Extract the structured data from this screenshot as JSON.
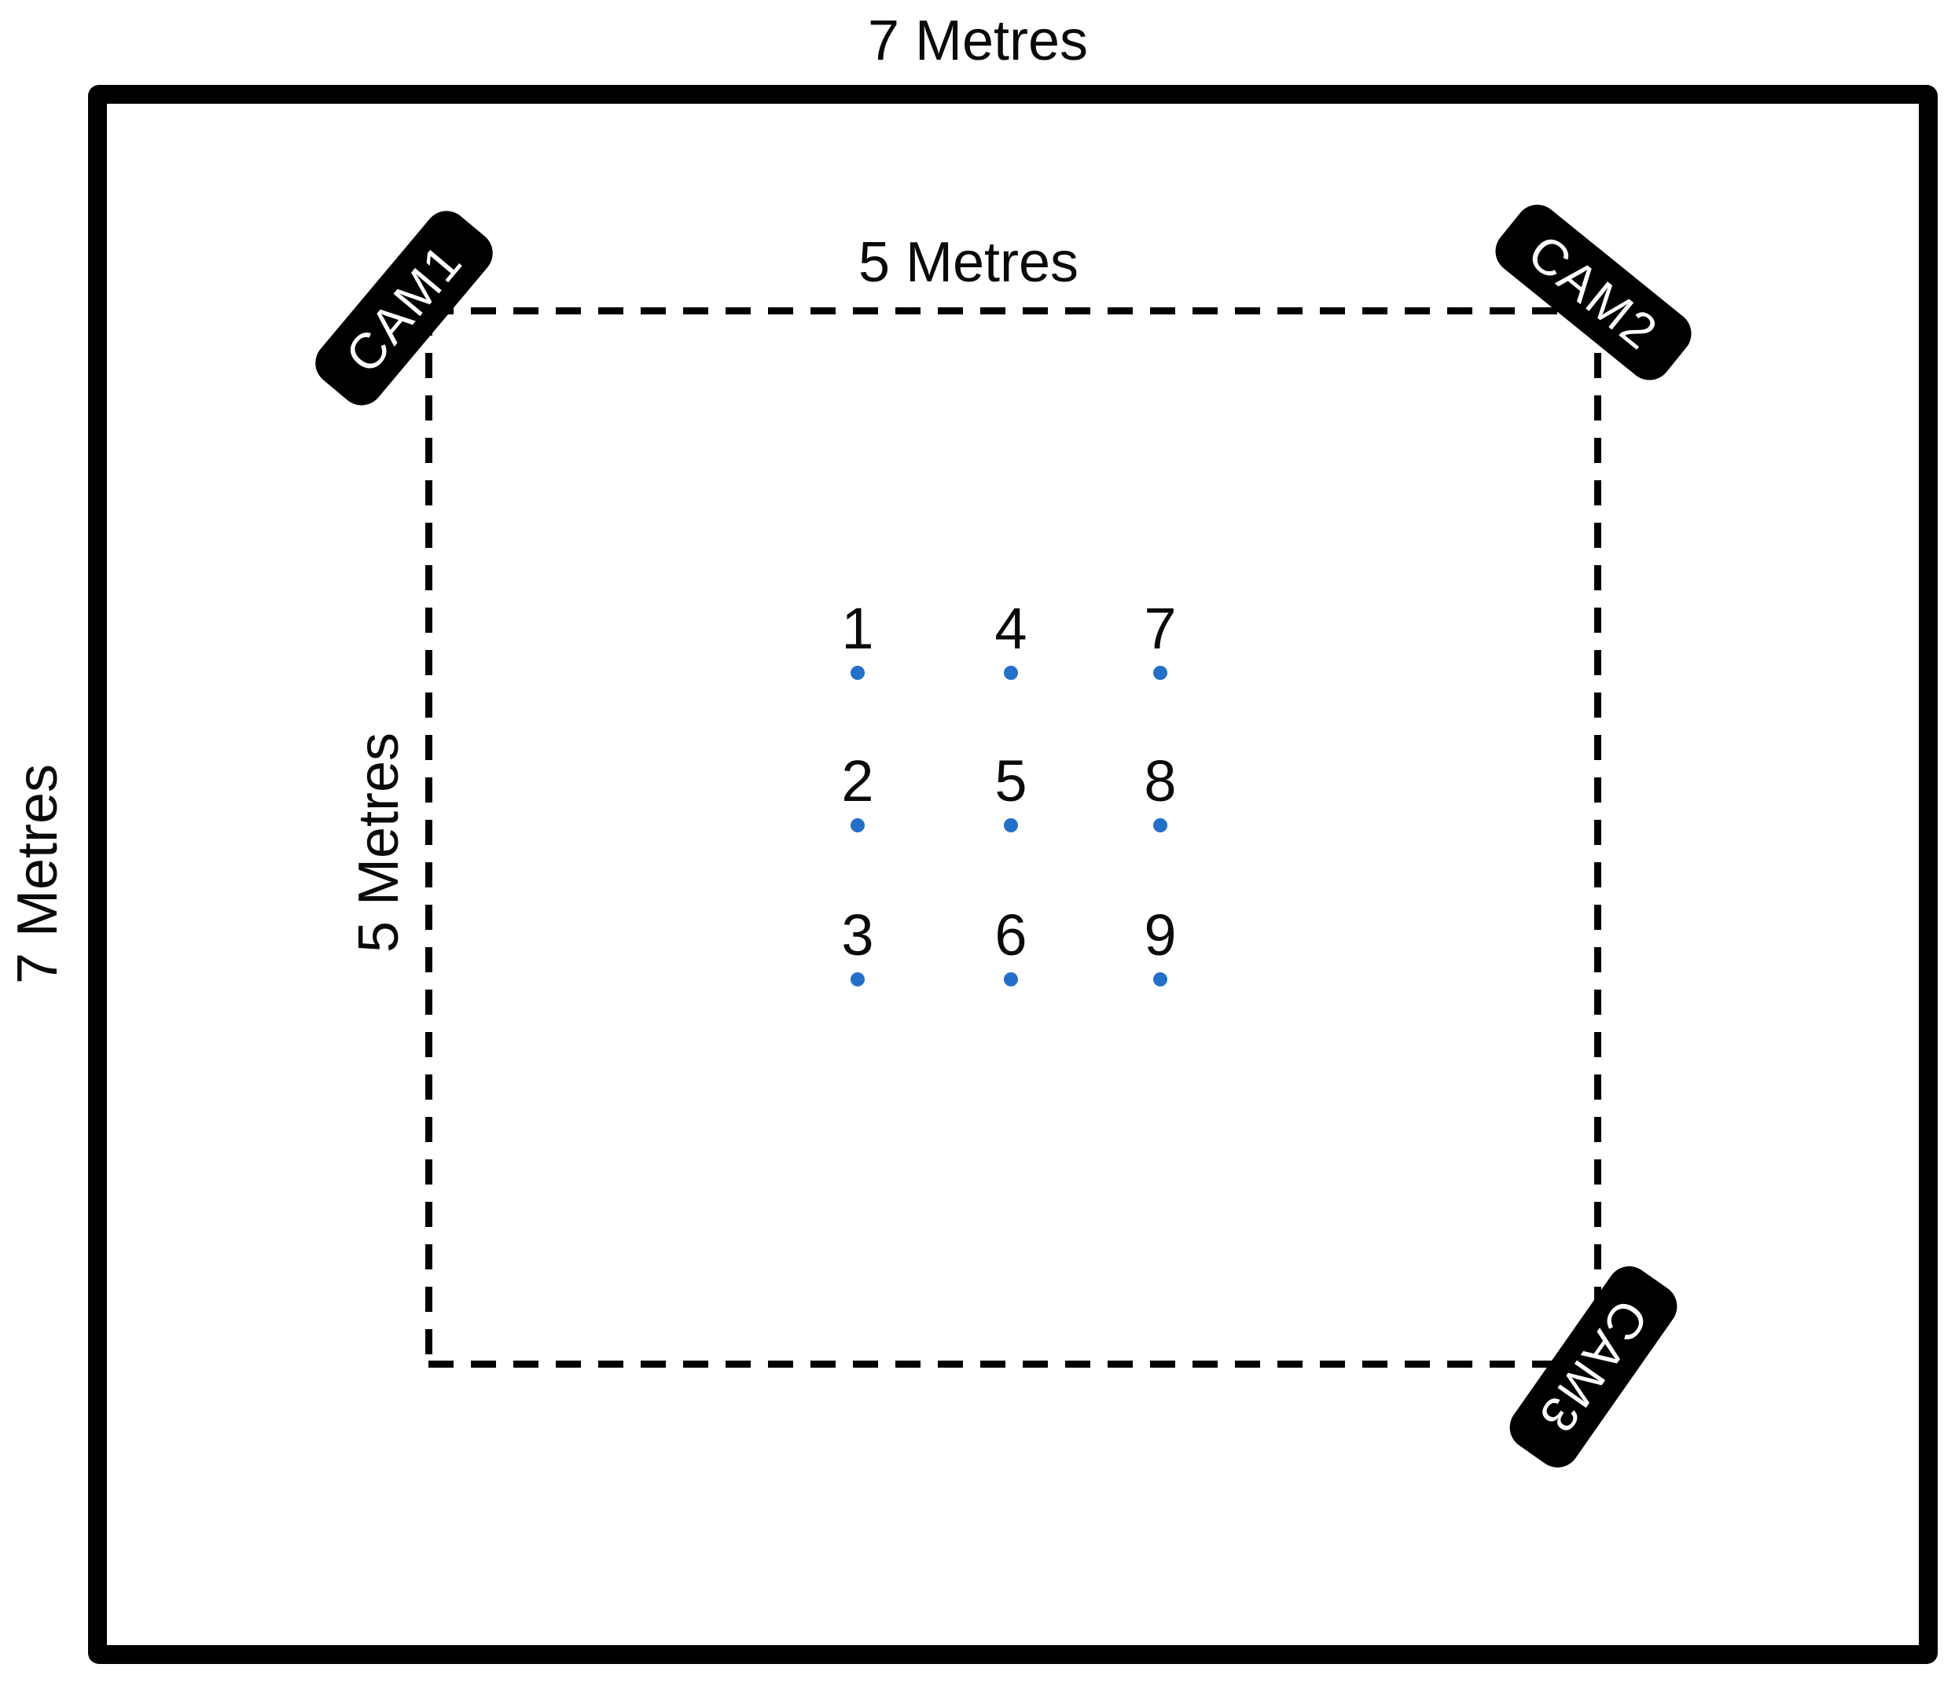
{
  "diagram": {
    "description": "Top-down room plan with three cameras covering a 3x3 grid of measurement points",
    "outer_area": {
      "width_label": "7 Metres",
      "height_label": "7 Metres"
    },
    "capture_area": {
      "width_label": "5 Metres",
      "height_label": "5 Metres",
      "border_style": "dashed"
    },
    "cameras": [
      {
        "label": "CAM1",
        "position": "top-left corner of capture area"
      },
      {
        "label": "CAM2",
        "position": "top-right corner of capture area"
      },
      {
        "label": "CAM3",
        "position": "bottom-right corner of capture area"
      }
    ],
    "points": [
      {
        "label": "1",
        "col": 1,
        "row": 1
      },
      {
        "label": "2",
        "col": 1,
        "row": 2
      },
      {
        "label": "3",
        "col": 1,
        "row": 3
      },
      {
        "label": "4",
        "col": 2,
        "row": 1
      },
      {
        "label": "5",
        "col": 2,
        "row": 2
      },
      {
        "label": "6",
        "col": 2,
        "row": 3
      },
      {
        "label": "7",
        "col": 3,
        "row": 1
      },
      {
        "label": "8",
        "col": 3,
        "row": 2
      },
      {
        "label": "9",
        "col": 3,
        "row": 3
      }
    ],
    "colors": {
      "point_fill": "#2470C8",
      "camera_bg": "#000000",
      "camera_text": "#FFFFFF",
      "line": "#000000",
      "background": "#FFFFFF"
    }
  }
}
